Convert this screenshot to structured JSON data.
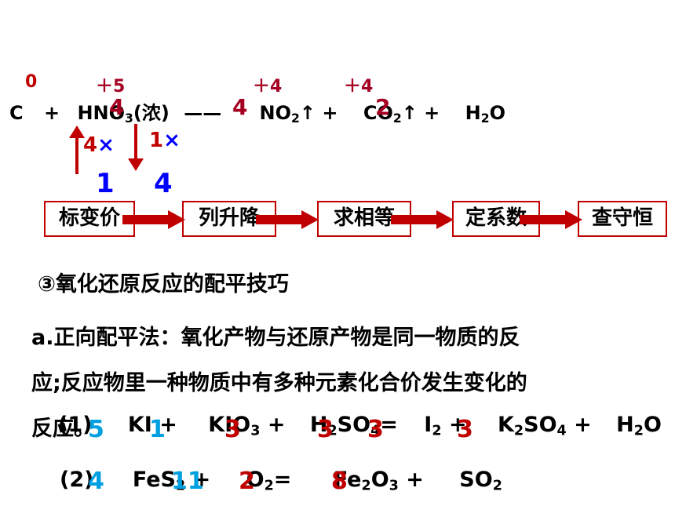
{
  "top_equation": {
    "ox_c": "0",
    "ox_n": "＋5",
    "ox_no2": "＋4",
    "ox_co2": "＋4",
    "c": "C",
    "plus1": "+",
    "hno3_a": "HNO",
    "hno3_sub": "3",
    "hno3_b": "(浓)",
    "dash": "——",
    "no2_a": "NO",
    "no2_sub": "2",
    "no2_b": "↑ +",
    "co2_a": "CO",
    "co2_sub": "2",
    "co2_b": "↑ +",
    "h2o_a": "H",
    "h2o_sub": "2",
    "h2o_b": "O",
    "coef_hno3": "4",
    "coef_no2": "4",
    "coef_co2": "2",
    "up_label_num": "4",
    "up_label_x": "×",
    "down_label_num": "1",
    "down_label_x": "×",
    "result_up": "1",
    "result_down": "4"
  },
  "steps": [
    "标变价",
    "列升降",
    "求相等",
    "定系数",
    "查守恒"
  ],
  "section_title": "③氧化还原反应的配平技巧",
  "paragraph": {
    "line1": "a.正向配平法：氧化产物与还原产物是同一物质的反",
    "line2": "应;反应物里一种物质中有多种元素化合价发生变化的",
    "line3": "反应。"
  },
  "eq1": {
    "label": "(1)",
    "ki": "KI +",
    "kio3_a": "KIO",
    "kio3_sub": "3",
    "kio3_b": "+",
    "h2so4_a": "H",
    "h2so4_sub1": "2",
    "h2so4_b": "SO",
    "h2so4_sub2": "4",
    "h2so4_c": "=",
    "i2_a": "I",
    "i2_sub": "2",
    "i2_b": "+",
    "k2so4_a": "K",
    "k2so4_sub1": "2",
    "k2so4_b": "SO",
    "k2so4_sub2": "4",
    "k2so4_c": "+",
    "h2o_a": "H",
    "h2o_sub": "2",
    "h2o_b": "O",
    "coef_ki": "5",
    "coef_ki2": "1",
    "coef_kio3": "3",
    "coef_h2so4": "3",
    "coef_h2so4b": "3",
    "coef_i2": "3"
  },
  "eq2": {
    "label": "(2)",
    "fes2_a": "FeS",
    "fes2_sub": "2",
    "fes2_b": "+",
    "o2_a": "O",
    "o2_sub": "2",
    "o2_b": "=",
    "fe2o3_a": "Fe",
    "fe2o3_sub1": "2",
    "fe2o3_b": "O",
    "fe2o3_sub2": "3",
    "fe2o3_c": "+",
    "so2_a": "SO",
    "so2_sub": "2",
    "coef_fes2": "4",
    "coef_o2": "11",
    "coef_fe2o3": "2",
    "coef_so2": "8"
  },
  "colors": {
    "frame": "#c00000",
    "arrow_fill": "#c00000",
    "coef_red": "#ff0000",
    "coef_blue": "#00a0e0",
    "label_blue": "#0000ff"
  }
}
